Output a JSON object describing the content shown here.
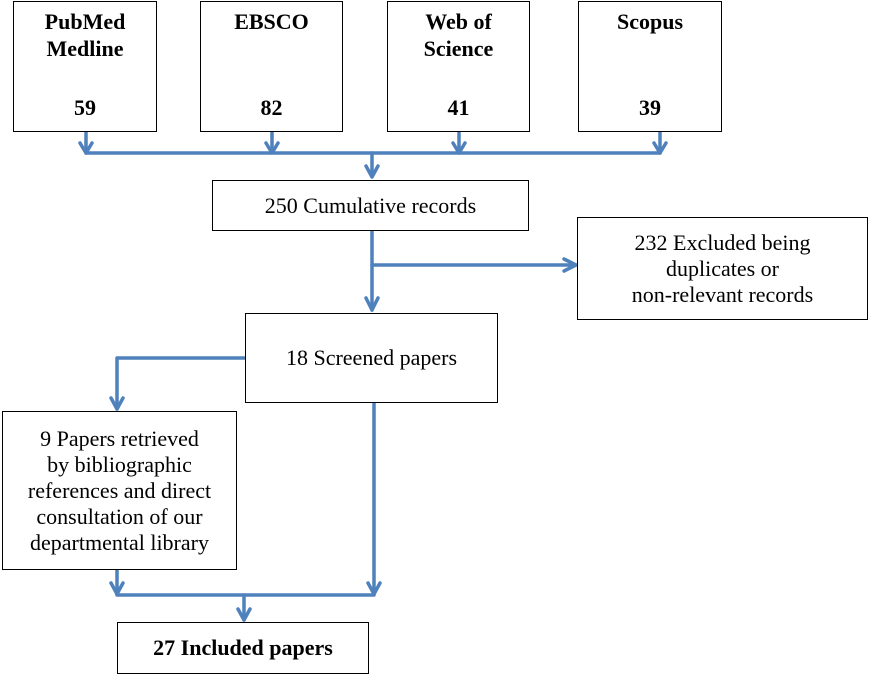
{
  "sources": [
    {
      "name": "PubMed\nMedline",
      "count": "59"
    },
    {
      "name": "EBSCO",
      "count": "82"
    },
    {
      "name": "Web of\nScience",
      "count": "41"
    },
    {
      "name": "Scopus",
      "count": "39"
    }
  ],
  "cumulative": "250 Cumulative records",
  "excluded": "232 Excluded being\nduplicates or\nnon-relevant records",
  "screened": "18 Screened papers",
  "retrieved": "9 Papers retrieved\nby bibliographic\nreferences and direct\nconsultation of our\ndepartmental library",
  "included": "27 Included papers",
  "colors": {
    "arrow": "#4f81bd",
    "border": "#000000"
  }
}
